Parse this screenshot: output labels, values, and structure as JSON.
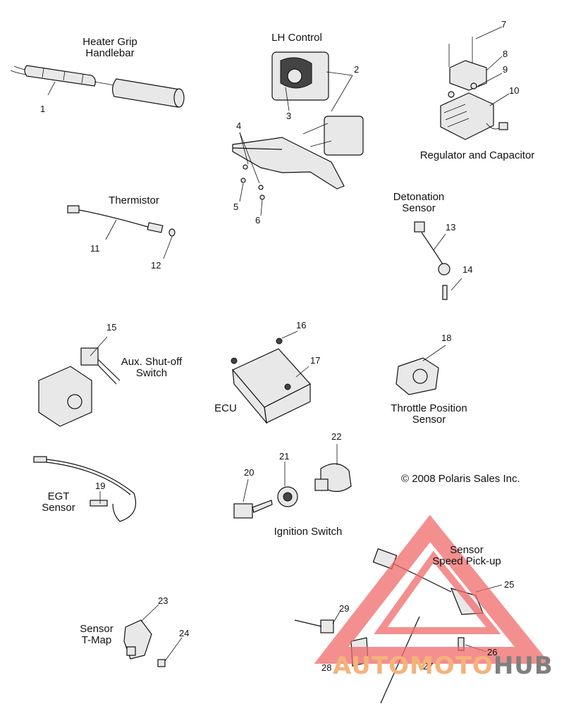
{
  "labels": {
    "heater_grip": [
      "Heater Grip",
      "Handlebar"
    ],
    "lh_control": "LH Control",
    "regulator": "Regulator and Capacitor",
    "thermistor": "Thermistor",
    "detonation": [
      "Detonation",
      "Sensor"
    ],
    "aux_shutoff": [
      "Aux. Shut-off",
      "Switch"
    ],
    "ecu": "ECU",
    "throttle_position": [
      "Throttle Position",
      "Sensor"
    ],
    "egt": [
      "EGT",
      "Sensor"
    ],
    "ignition_switch": "Ignition Switch",
    "speed_pickup": [
      "Sensor",
      "Speed Pick-up"
    ],
    "tmap": [
      "Sensor",
      "T-Map"
    ]
  },
  "copyright": "© 2008 Polaris Sales Inc.",
  "callouts": [
    "1",
    "2",
    "3",
    "4",
    "5",
    "6",
    "7",
    "8",
    "9",
    "10",
    "11",
    "12",
    "13",
    "14",
    "15",
    "16",
    "17",
    "18",
    "19",
    "20",
    "21",
    "22",
    "23",
    "24",
    "25",
    "26",
    "27",
    "28",
    "29"
  ],
  "watermark": {
    "part1": "AUTOMOTO",
    "part2": "HUB",
    "color_triangle": "#f06a6a",
    "color_text1": "#f5b27a",
    "color_text2": "#7f7f7f"
  }
}
